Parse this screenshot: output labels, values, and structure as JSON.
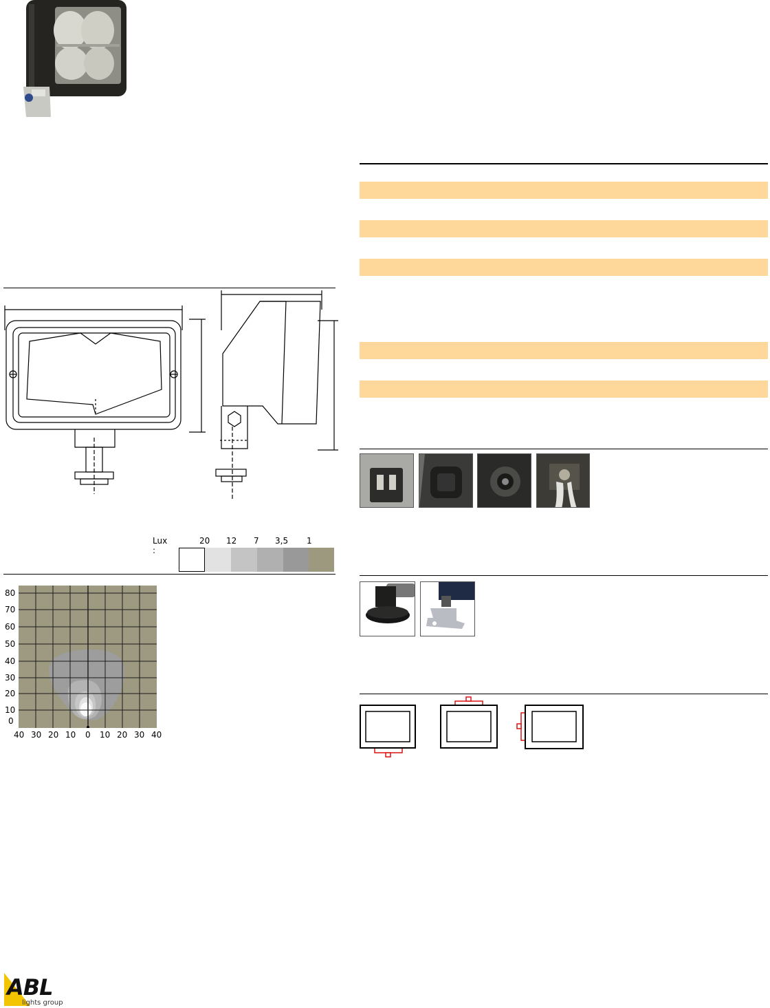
{
  "product_photo": {
    "icon": "work-lamp-photo"
  },
  "lux_legend": {
    "prefix": "Lux :",
    "levels": [
      "20",
      "12",
      "7",
      "3,5",
      "1"
    ],
    "colors": [
      "#ffffff",
      "#e2e2e2",
      "#c4c4c4",
      "#b0b0b0",
      "#999999",
      "#9d997f"
    ]
  },
  "isolux_chart": {
    "y_ticks": [
      "80",
      "70",
      "60",
      "50",
      "40",
      "30",
      "20",
      "10",
      "0"
    ],
    "x_ticks": [
      "40",
      "30",
      "20",
      "10",
      "0",
      "10",
      "20",
      "30",
      "40"
    ],
    "background": "#9e9a82"
  },
  "spec_bands": {
    "color": "#fdd89a",
    "count": 5
  },
  "connector_photos": [
    {
      "icon": "two-pin-connector-photo"
    },
    {
      "icon": "deutsch-connector-photo"
    },
    {
      "icon": "single-pole-socket-photo"
    },
    {
      "icon": "cable-gland-photo"
    }
  ],
  "mounting_photos": [
    {
      "icon": "magnetic-base-photo"
    },
    {
      "icon": "steel-bracket-photo"
    }
  ],
  "mounting_positions": [
    {
      "icon": "bottom-mount-icon"
    },
    {
      "icon": "top-mount-icon"
    },
    {
      "icon": "side-mount-icon"
    }
  ],
  "logo": {
    "text": "ABL",
    "subtext": "lights group"
  }
}
